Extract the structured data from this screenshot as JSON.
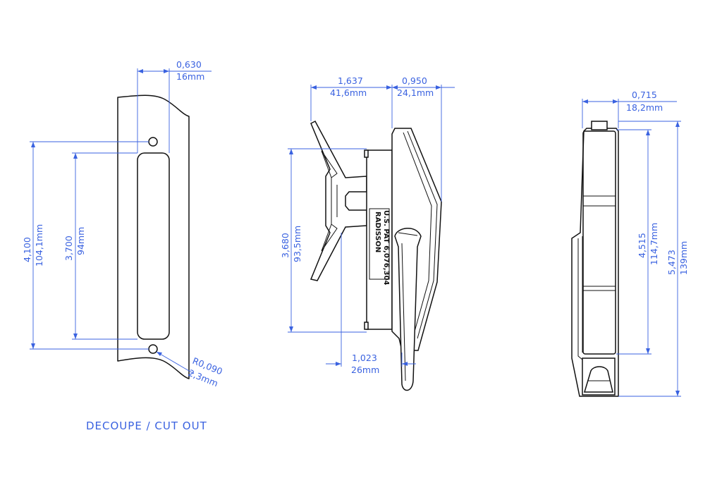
{
  "colors": {
    "dimension": "#3a62e0",
    "outline": "#111111",
    "background": "#ffffff"
  },
  "cutout_view": {
    "caption": "DECOUPE / CUT OUT",
    "width_in": "0,630",
    "width_mm": "16mm",
    "hole_spacing_in": "4,100",
    "hole_spacing_mm": "104,1mm",
    "slot_length_in": "3,700",
    "slot_length_mm": "94mm",
    "radius_in": "R0,090",
    "radius_mm": "2,3mm"
  },
  "side_view": {
    "depth_in": "1,637",
    "depth_mm": "41,6mm",
    "handle_depth_in": "0,950",
    "handle_depth_mm": "24,1mm",
    "height_in": "3,680",
    "height_mm": "93,5mm",
    "lever_in": "1,023",
    "lever_mm": "26mm",
    "label_line1": "RADISSON",
    "label_line2": "U.S. PAT 6,076,304"
  },
  "front_view": {
    "width_in": "0,715",
    "width_mm": "18,2mm",
    "inner_height_in": "4,515",
    "inner_height_mm": "114,7mm",
    "overall_height_in": "5,473",
    "overall_height_mm": "139mm"
  }
}
